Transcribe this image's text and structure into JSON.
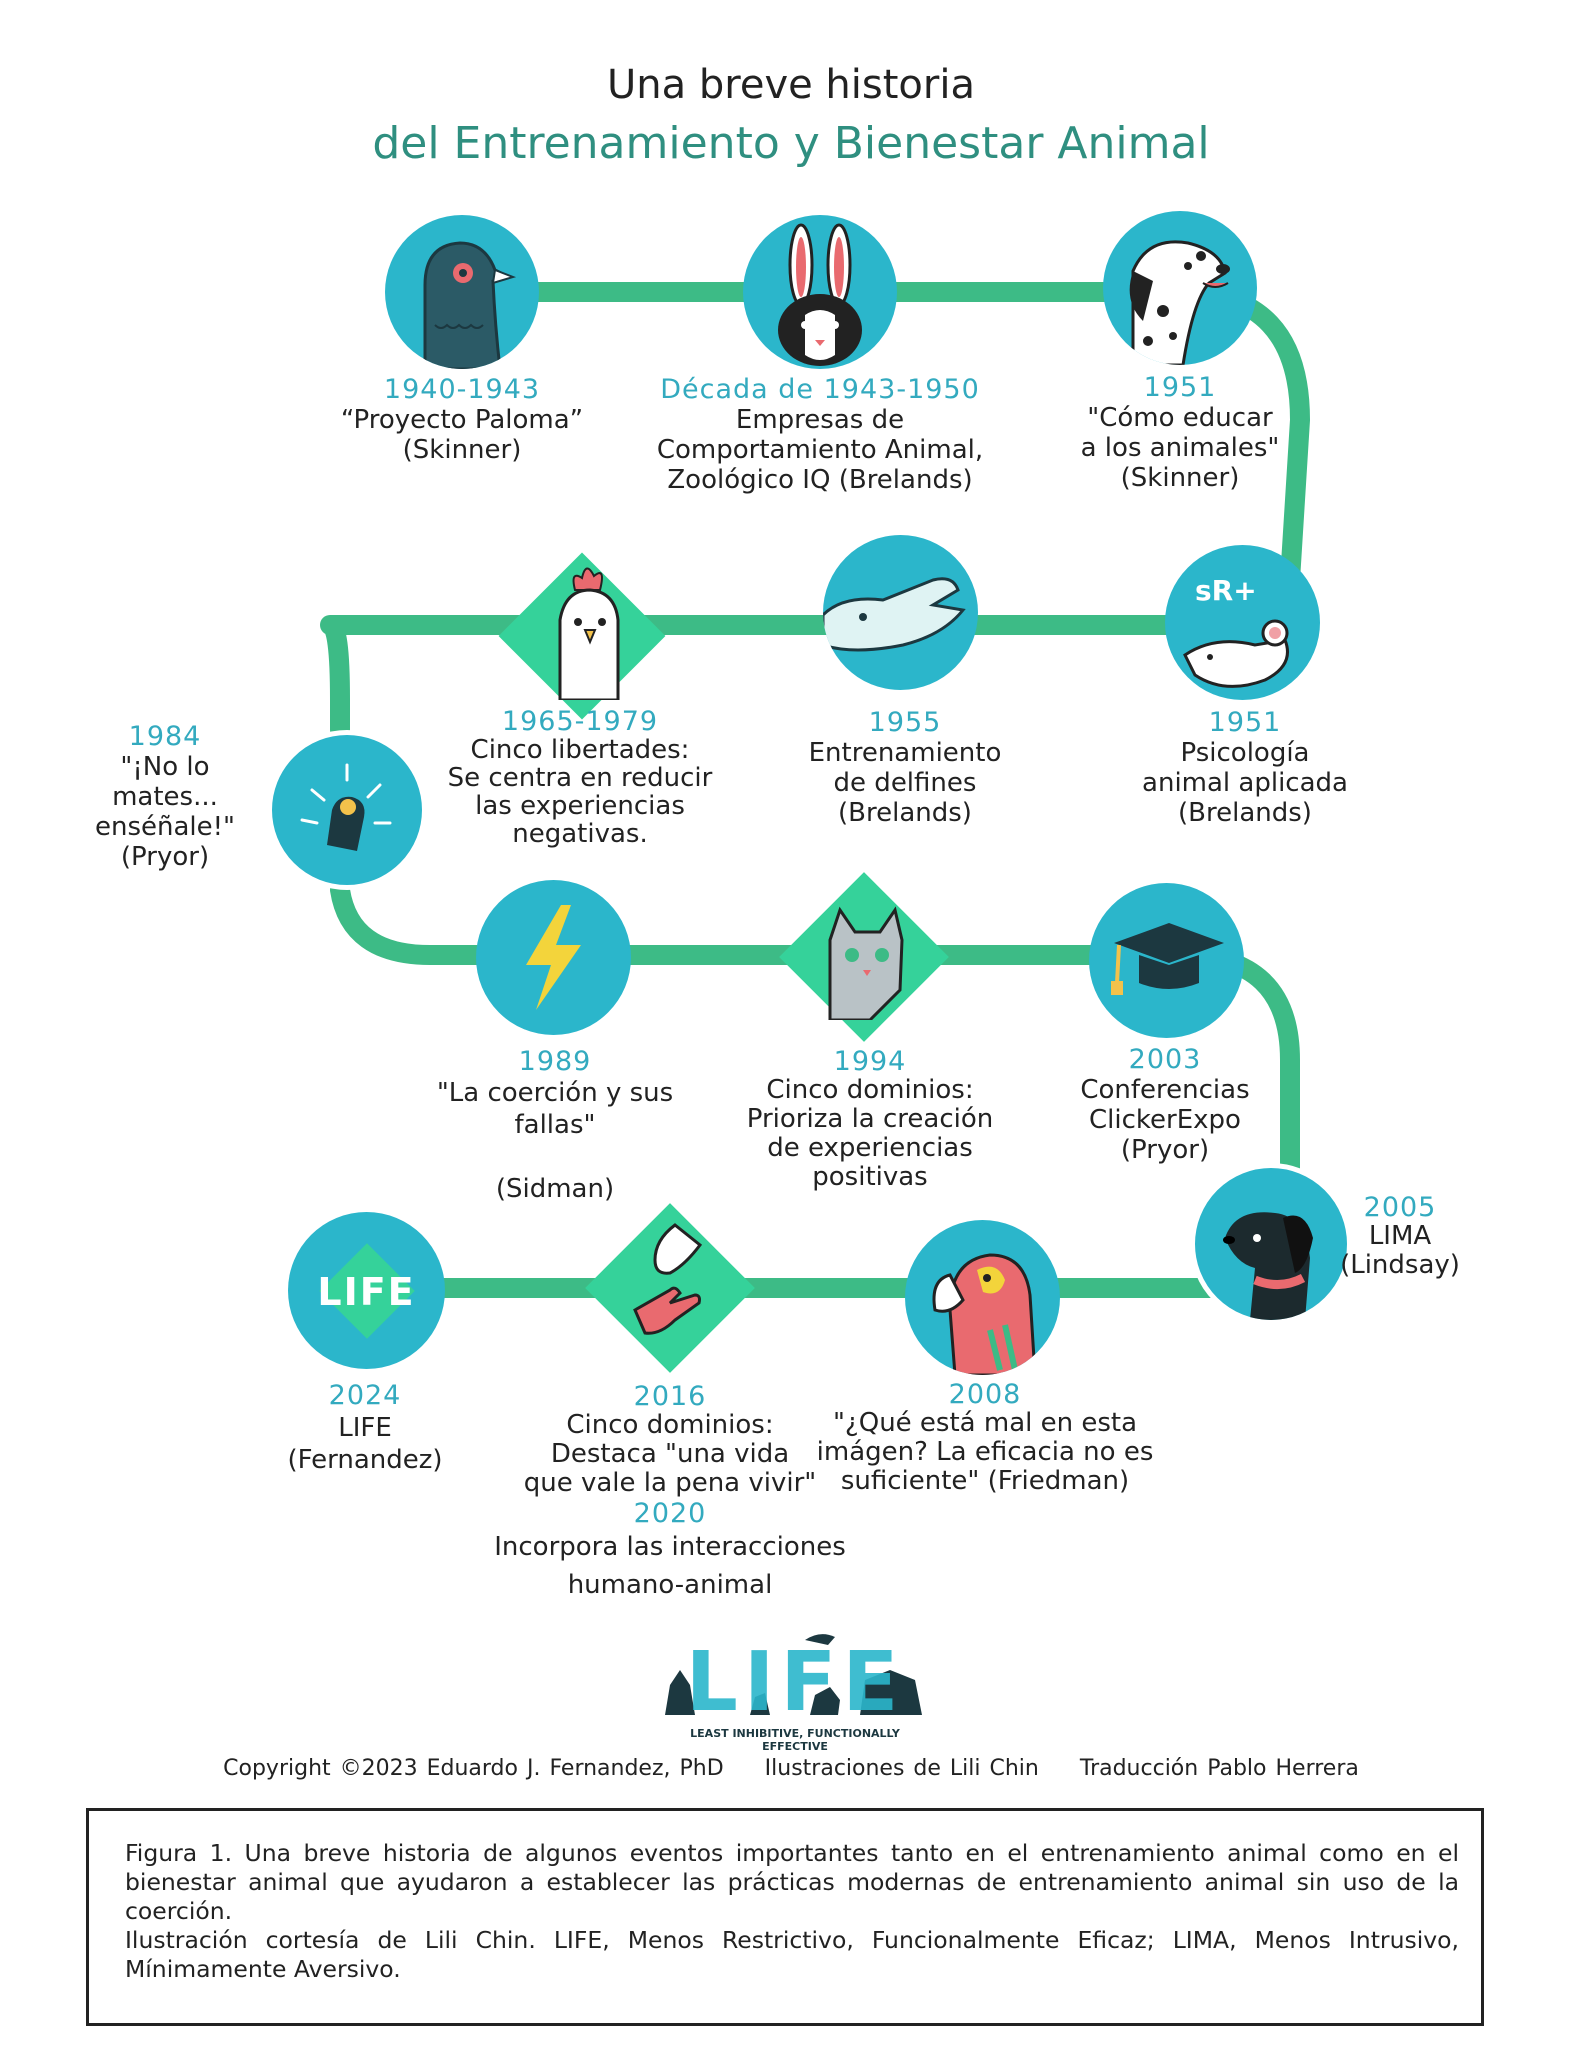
{
  "title": {
    "line1": "Una breve historia",
    "line2": "del Entrenamiento y Bienestar Animal"
  },
  "colors": {
    "track": "#3dbb86",
    "circle": "#2bb6cb",
    "diamond": "#35d29a",
    "year": "#33aabf",
    "title_accent": "#2f8f80"
  },
  "events": [
    {
      "year": "1940-1943",
      "text": "“Proyecto Paloma”\n(Skinner)",
      "icon": "pigeon-icon"
    },
    {
      "year": "Década de 1943-1950",
      "text": "Empresas de\nComportamiento Animal,\nZoológico IQ (Brelands)",
      "icon": "rabbit-icon"
    },
    {
      "year": "1951",
      "text": "\"Cómo educar\na los animales\"\n(Skinner)",
      "icon": "dalmatian-icon"
    },
    {
      "year": "1951",
      "text": "Psicología\nanimal aplicada\n(Brelands)",
      "icon": "rat-sr-icon",
      "icon_text": "sR+"
    },
    {
      "year": "1955",
      "text": "Entrenamiento\nde delfines\n(Brelands)",
      "icon": "dolphin-icon"
    },
    {
      "year": "1965-1979",
      "text": "Cinco libertades:\nSe centra en reducir\nlas experiencias\nnegativas.",
      "icon": "chicken-icon"
    },
    {
      "year": "1984",
      "text": "\"¡No lo\nmates...\nenséñale!\"\n(Pryor)",
      "icon": "clicker-icon"
    },
    {
      "year": "1989",
      "text": "\"La coerción y sus\nfallas\"\n\n(Sidman)",
      "icon": "lightning-icon"
    },
    {
      "year": "1994",
      "text": "Cinco dominios:\nPrioriza la creación\nde experiencias\npositivas",
      "icon": "cat-icon"
    },
    {
      "year": "2003",
      "text": "Conferencias\nClickerExpo\n(Pryor)",
      "icon": "graduation-cap-icon"
    },
    {
      "year": "2005",
      "text": "LIMA\n(Lindsay)",
      "icon": "dog-icon"
    },
    {
      "year": "2008",
      "text": "\"¿Qué está mal en esta\nimágen? La eficacia no es\nsuficiente\" (Friedman)",
      "icon": "parrot-icon"
    },
    {
      "year": "2016",
      "text": "Cinco dominios:\nDestaca \"una vida\nque vale la pena vivir\"",
      "icon": "hand-paw-icon"
    },
    {
      "year": "2020",
      "text": "Incorpora las interacciones\nhumano-animal"
    },
    {
      "year": "2024",
      "text": "LIFE\n(Fernandez)",
      "icon": "life-badge-icon",
      "icon_text": "LIFE"
    }
  ],
  "logo": {
    "word": "LIFE",
    "tagline": "LEAST INHIBITIVE, FUNCTIONALLY EFFECTIVE"
  },
  "credits": {
    "copyright": "Copyright ©2023 Eduardo J. Fernandez, PhD",
    "illustrations": "Ilustraciones de Lili Chin",
    "translation": "Traducción Pablo Herrera"
  },
  "caption": {
    "p1": "Figura 1. Una breve historia de algunos eventos importantes tanto en el entrenamiento animal como en el bienestar animal que ayudaron a establecer las prácticas modernas de entrenamiento animal sin uso de la coerción.",
    "p2": "Ilustración cortesía de Lili Chin. LIFE, Menos Restrictivo, Funcionalmente Eficaz; LIMA, Menos Intrusivo, Mínimamente Aversivo."
  }
}
